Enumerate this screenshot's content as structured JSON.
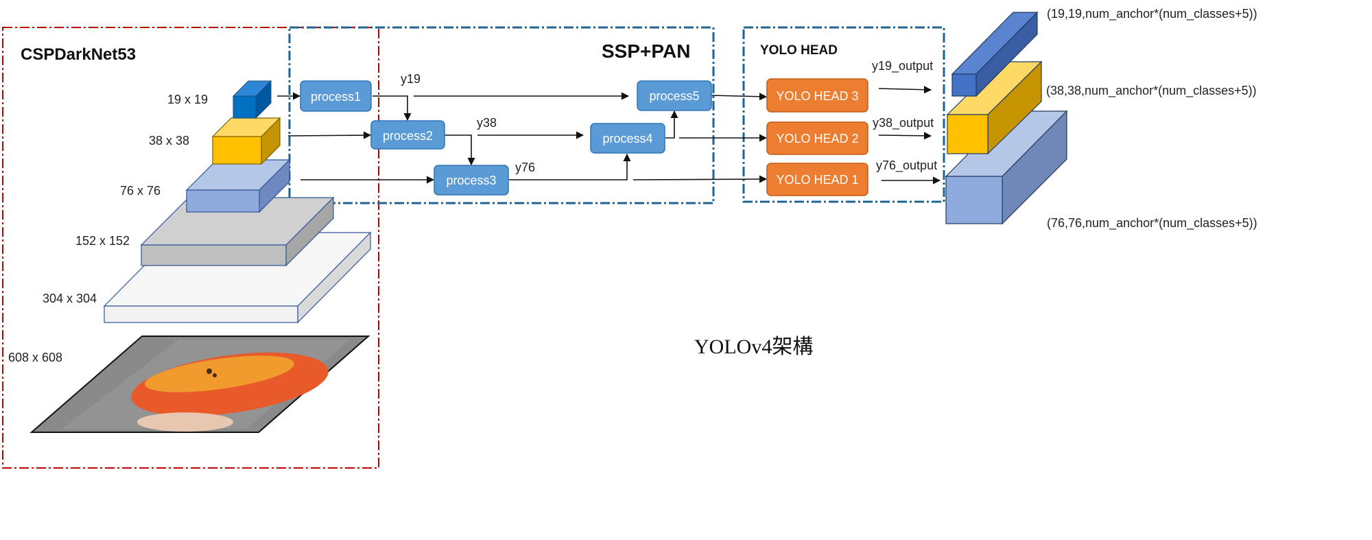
{
  "sections": {
    "backbone": "CSPDarkNet53",
    "neck": "SSP+PAN",
    "head": "YOLO HEAD"
  },
  "feature_maps": {
    "s19": "19 x 19",
    "s38": "38 x 38",
    "s76": "76 x 76",
    "s152": "152 x 152",
    "s304": "304 x 304",
    "s608": "608 x 608"
  },
  "processes": {
    "p1": "process1",
    "p2": "process2",
    "p3": "process3",
    "p4": "process4",
    "p5": "process5"
  },
  "edge_labels": {
    "y19": "y19",
    "y38": "y38",
    "y76": "y76"
  },
  "heads": {
    "h3": "YOLO HEAD 3",
    "h2": "YOLO HEAD 2",
    "h1": "YOLO HEAD 1"
  },
  "outputs": {
    "o19": "y19_output",
    "o38": "y38_output",
    "o76": "y76_output"
  },
  "shapes": {
    "s19": "(19,19,num_anchor*(num_classes+5))",
    "s38": "(38,38,num_anchor*(num_classes+5))",
    "s76": "(76,76,num_anchor*(num_classes+5))"
  },
  "caption": "YOLOv4架構",
  "colors": {
    "backbone_border": "#c00000",
    "neck_border": "#1f6391",
    "process_fill": "#5b9bd5",
    "head_fill": "#ed7d31",
    "blue_dark": "#0070c0",
    "gold": "#ffc000",
    "light_blue": "#8faadc",
    "gray": "#bfbfbf",
    "light_gray": "#f2f2f2"
  }
}
